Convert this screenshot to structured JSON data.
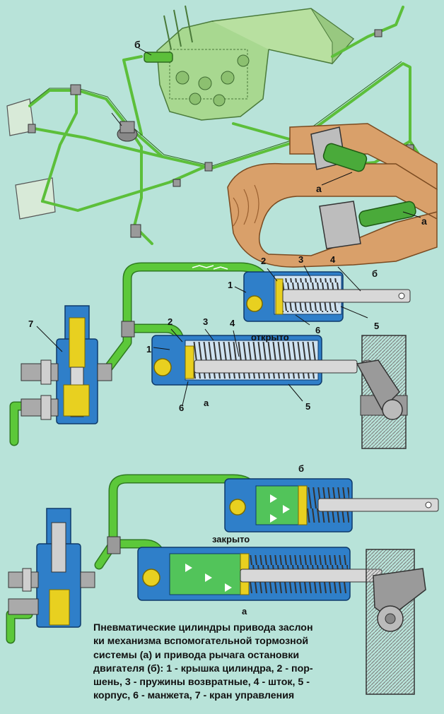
{
  "callouts": {
    "top_b": "б",
    "top_a1": "а",
    "top_a2": "а",
    "n1_upper": "1",
    "n2_upper": "2",
    "n3_upper": "3",
    "n4_upper": "4",
    "b_upper": "б",
    "n6_upper": "6",
    "n5_upper": "5",
    "open_label": "открыто",
    "n7": "7",
    "n2_lower": "2",
    "n3_lower": "3",
    "n4_lower": "4",
    "n1_lower": "1",
    "n6_lower": "6",
    "a_lower": "а",
    "n5_lower": "5",
    "b_closed": "б",
    "closed_label": "закрыто",
    "a_closed": "а"
  },
  "caption": "Пневматические цилиндры привода заслон\nки механизма вспомогательной тормозной\nсистемы (а) и привода рычага остановки\nдвигателя (б): 1 - крышка цилиндра, 2 - пор-\nшень, 3 - пружины возвратные, 4 - шток, 5 -\nкорпус, 6 - манжета, 7 - кран управления",
  "colors": {
    "background": "#b8e3d9",
    "pipe_green": "#5cbf3a",
    "body_blue": "#2f7fc9",
    "air_green": "#52c45a",
    "brass_yellow": "#e8d020",
    "steel_gray": "#9a9a9a",
    "exhaust_tan": "#d9a06a"
  }
}
